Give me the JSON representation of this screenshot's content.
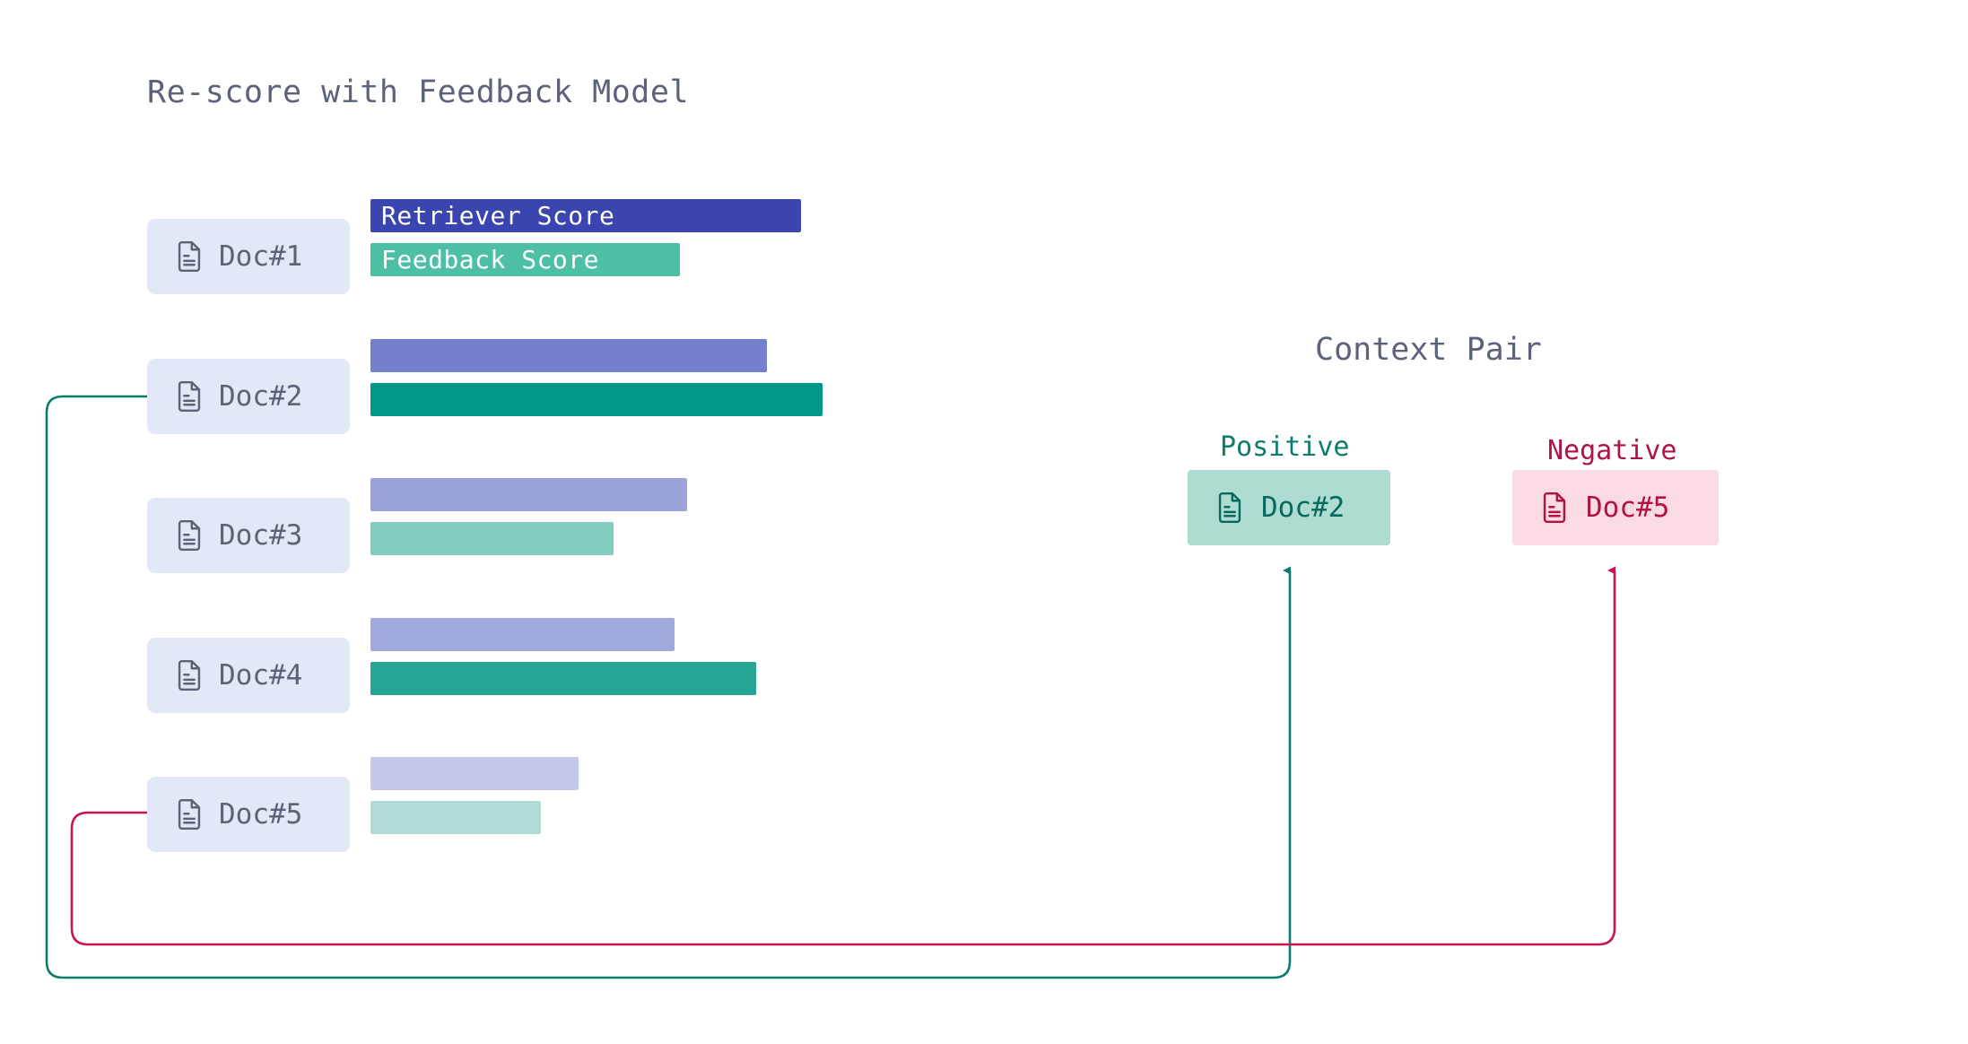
{
  "panel": {
    "title": "Re-score with Feedback Model"
  },
  "legend": {
    "retriever_label": "Retriever Score",
    "feedback_label": "Feedback Score",
    "retriever_color": "#3A45B0",
    "feedback_color": "#4DBFA4"
  },
  "colors": {
    "chip_bg": "#E2E8F5",
    "chip_text": "#5C6279",
    "title_text": "#5C6279",
    "positive": "#0E7C6B",
    "positive_bg": "#AEDCD3",
    "positive_text": "#06695C",
    "negative": "#C7164B",
    "negative_bg": "#FADBE3",
    "negative_text": "#B01243",
    "canvas": "#FFFFFF"
  },
  "docs": [
    {
      "id": "doc1",
      "label": "Doc#1",
      "icon": "document-icon",
      "retriever_width": 480,
      "retriever_color": "#3A45B0",
      "feedback_width": 345,
      "feedback_color": "#4DBFA4",
      "retriever_text": "Retriever Score",
      "feedback_text": "Feedback Score"
    },
    {
      "id": "doc2",
      "label": "Doc#2",
      "icon": "document-icon",
      "retriever_width": 442,
      "retriever_color": "#7480CB",
      "feedback_width": 504,
      "feedback_color": "#009688",
      "retriever_text": "",
      "feedback_text": ""
    },
    {
      "id": "doc3",
      "label": "Doc#3",
      "icon": "document-icon",
      "retriever_width": 353,
      "retriever_color": "#9BA3DA",
      "feedback_width": 271,
      "feedback_color": "#82CDBF",
      "retriever_text": "",
      "feedback_text": ""
    },
    {
      "id": "doc4",
      "label": "Doc#4",
      "icon": "document-icon",
      "retriever_width": 339,
      "retriever_color": "#A1A9DE",
      "feedback_width": 430,
      "feedback_color": "#27A594",
      "retriever_text": "",
      "feedback_text": ""
    },
    {
      "id": "doc5",
      "label": "Doc#5",
      "icon": "document-icon",
      "retriever_width": 232,
      "retriever_color": "#C5C8E8",
      "feedback_width": 190,
      "feedback_color": "#B0DCD5",
      "retriever_text": "",
      "feedback_text": ""
    }
  ],
  "context_pair": {
    "title": "Context Pair",
    "positive": {
      "label": "Positive",
      "doc": "Doc#2",
      "icon": "document-icon"
    },
    "negative": {
      "label": "Negative",
      "doc": "Doc#5",
      "icon": "document-icon"
    }
  },
  "chart_data": {
    "type": "bar",
    "title": "Re-score with Feedback Model",
    "categories": [
      "Doc#1",
      "Doc#2",
      "Doc#3",
      "Doc#4",
      "Doc#5"
    ],
    "series": [
      {
        "name": "Retriever Score",
        "values": [
          480,
          442,
          353,
          339,
          232
        ]
      },
      {
        "name": "Feedback Score",
        "values": [
          345,
          504,
          271,
          430,
          190
        ]
      }
    ],
    "xlabel": "",
    "ylabel": "",
    "grid": false,
    "legend": "inline-first-row",
    "annotations": [
      "Doc#2 promoted to Positive context",
      "Doc#5 demoted to Negative context"
    ]
  }
}
